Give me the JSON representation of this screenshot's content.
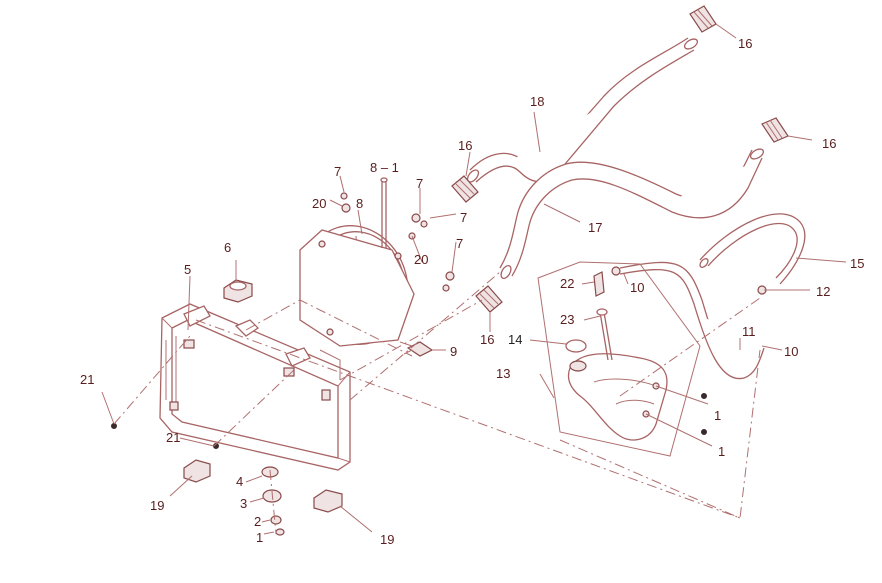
{
  "labels": {
    "l16a": "16",
    "l16b": "16",
    "l16c": "16",
    "l16d": "16",
    "l18": "18",
    "l17": "17",
    "l15": "15",
    "l12": "12",
    "l10a": "10",
    "l10b": "10",
    "l11": "11",
    "l22": "22",
    "l23": "23",
    "l14": "14",
    "l13": "13",
    "l1a": "1",
    "l1b": "1",
    "l1c": "1",
    "l2": "2",
    "l3": "3",
    "l4": "4",
    "l5": "5",
    "l6": "6",
    "l7a": "7",
    "l7b": "7",
    "l7c": "7",
    "l7d": "7",
    "l8": "8",
    "l8_1": "8 – 1",
    "l9": "9",
    "l19a": "19",
    "l19b": "19",
    "l20a": "20",
    "l20b": "20",
    "l21a": "21",
    "l21b": "21"
  },
  "colors": {
    "line": "#b07070",
    "label": "#5a1d1d",
    "background": "#ffffff"
  }
}
